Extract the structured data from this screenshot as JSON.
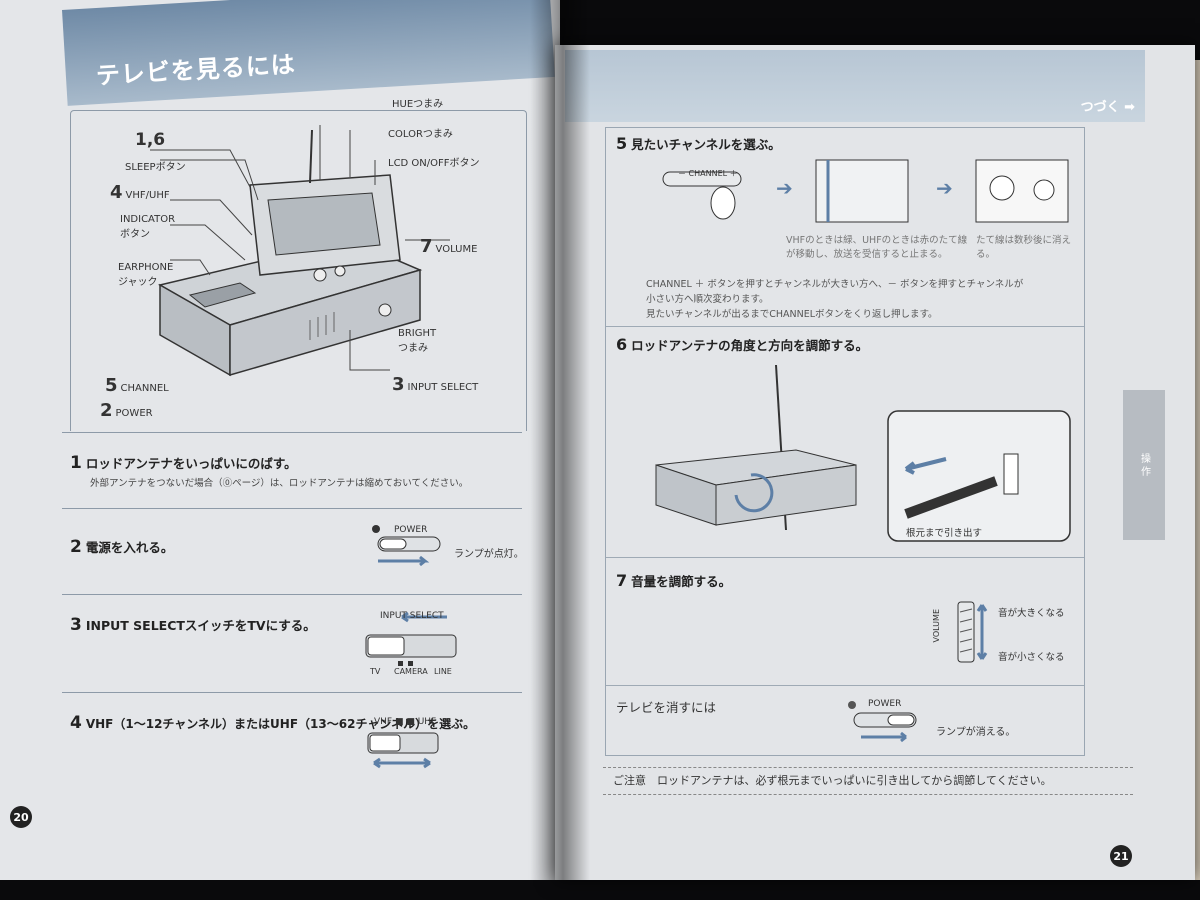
{
  "left_page": {
    "title": "テレビを見るには",
    "callouts": {
      "c16": "1,6",
      "sleep": "SLEEPボタン",
      "c4num": "4",
      "c4txt": "VHF/UHF",
      "indicator1": "INDICATOR",
      "indicator2": "ボタン",
      "earphone1": "EARPHONE",
      "earphone2": "ジャック",
      "c5num": "5",
      "c5txt": "CHANNEL",
      "c2num": "2",
      "c2txt": "POWER",
      "hue": "HUEつまみ",
      "color": "COLORつまみ",
      "lcd": "LCD ON/OFFボタン",
      "c7num": "7",
      "c7txt": "VOLUME",
      "bright1": "BRIGHT",
      "bright2": "つまみ",
      "c3num": "3",
      "c3txt": "INPUT SELECT"
    },
    "steps": [
      {
        "num": "1",
        "title": "ロッドアンテナをいっぱいにのばす。",
        "note": "外部アンテナをつないだ場合（⓪ページ）は、ロッドアンテナは縮めておいてください。"
      },
      {
        "num": "2",
        "title": "電源を入れる。",
        "switch_label": "POWER",
        "lamp": "ランプが点灯。"
      },
      {
        "num": "3",
        "title": "INPUT SELECTスイッチをTVにする。",
        "switch_label": "INPUT SELECT",
        "pos_tv": "TV",
        "pos_camera": "CAMERA",
        "pos_line": "LINE"
      },
      {
        "num": "4",
        "title": "VHF（1～12チャンネル）またはUHF（13～62チャンネル）を選ぶ。",
        "switch_label": "VHF ■ ■ UHF"
      }
    ],
    "page_number": "20"
  },
  "right_page": {
    "next": "つづく ➡",
    "side_tab": "操 作",
    "step5": {
      "num": "5",
      "title": "見たいチャンネルを選ぶ。",
      "button_label": "－ CHANNEL ＋",
      "note_a": "VHFのときは緑、UHFのときは赤のたて線が移動し、放送を受信すると止まる。",
      "note_b": "たて線は数秒後に消える。",
      "body1": "CHANNEL ＋ ボタンを押すとチャンネルが大きい方へ、－ ボタンを押すとチャンネルが",
      "body2": "小さい方へ順次変わります。",
      "body3": "見たいチャンネルが出るまでCHANNELボタンをくり返し押します。"
    },
    "step6": {
      "num": "6",
      "title": "ロッドアンテナの角度と方向を調節する。",
      "caption": "根元まで引き出す"
    },
    "step7": {
      "num": "7",
      "title": "音量を調節する。",
      "vol_label": "VOLUME",
      "louder": "音が大きくなる",
      "quieter": "音が小さくなる"
    },
    "off": {
      "title": "テレビを消すには",
      "switch_label": "POWER",
      "lamp": "ランプが消える。"
    },
    "caution": "ご注意　ロッドアンテナは、必ず根元までいっぱいに引き出してから調節してください。",
    "page_number": "21"
  }
}
